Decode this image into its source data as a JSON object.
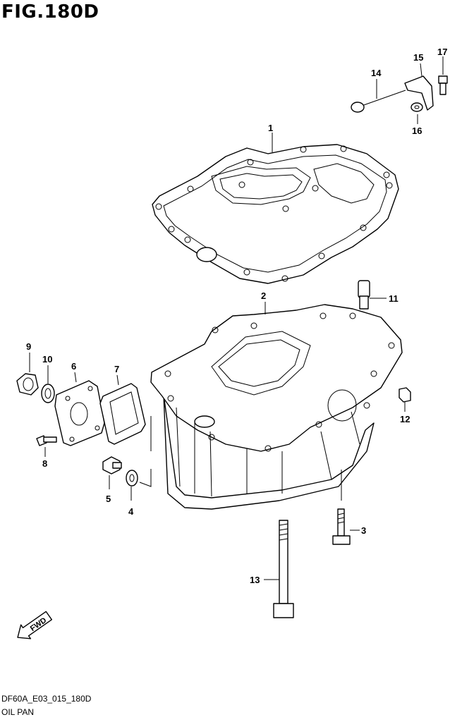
{
  "figure_title": "FIG.180D",
  "footer": {
    "code": "DF60A_E03_015_180D",
    "name": "OIL PAN"
  },
  "fwd_label": "FWD",
  "callouts": [
    "1",
    "2",
    "3",
    "4",
    "5",
    "6",
    "7",
    "8",
    "9",
    "10",
    "11",
    "12",
    "13",
    "14",
    "15",
    "16",
    "17"
  ]
}
